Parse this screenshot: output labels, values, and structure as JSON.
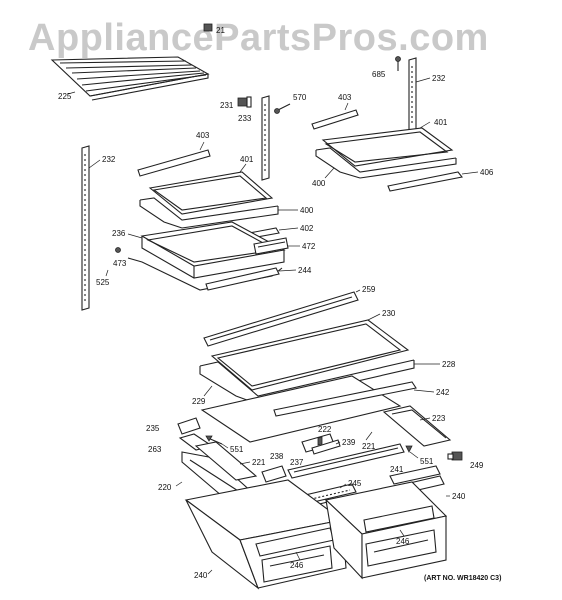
{
  "watermark": "AppliancePartsPros.com",
  "art_number": "(ART NO. WR18420 C3)",
  "part_labels": {
    "p225": "225",
    "p21": "21",
    "p685": "685",
    "p232a": "232",
    "p231": "231",
    "p570": "570",
    "p233": "233",
    "p403a": "403",
    "p401a": "401",
    "p400a": "400",
    "p406": "406",
    "p232b": "232",
    "p403b": "403",
    "p401b": "401",
    "p400b": "400",
    "p402": "402",
    "p236": "236",
    "p472": "472",
    "p473": "473",
    "p525": "525",
    "p244": "244",
    "p259": "259",
    "p230": "230",
    "p228": "228",
    "p229": "229",
    "p242": "242",
    "p235": "235",
    "p223": "223",
    "p263": "263",
    "p222": "222",
    "p239": "239",
    "p221a": "221",
    "p551a": "551",
    "p221b": "221",
    "p238": "238",
    "p237": "237",
    "p551b": "551",
    "p249": "249",
    "p220": "220",
    "p241": "241",
    "p245": "245",
    "p240a": "240",
    "p246a": "246",
    "p246b": "246",
    "p240b": "240"
  }
}
